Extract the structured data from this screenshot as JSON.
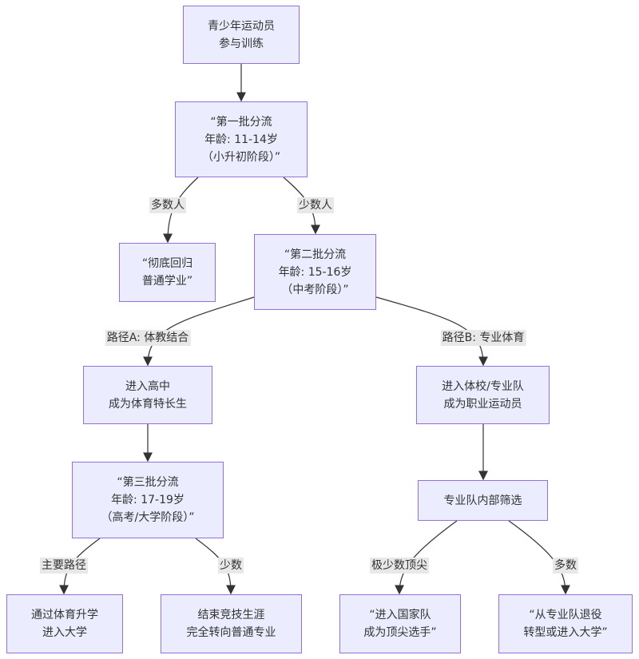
{
  "colors": {
    "node_fill": "#ECECFF",
    "node_stroke": "#9370DB",
    "edge": "#333333",
    "label_bg": "#e8e8e8"
  },
  "nodes": {
    "start": [
      "青少年运动员",
      "参与训练"
    ],
    "first": [
      "“第一批分流",
      "年龄: 11-14岁",
      "（小升初阶段）”"
    ],
    "return_school": [
      "“彻底回归",
      "普通学业”"
    ],
    "second": [
      "“第二批分流",
      "年龄: 15-16岁",
      "（中考阶段）”"
    ],
    "high_school": [
      "进入高中",
      "成为体育特长生"
    ],
    "sports_school": [
      "进入体校/专业队",
      "成为职业运动员"
    ],
    "third": [
      "“第三批分流",
      "年龄: 17-19岁",
      "（高考/大学阶段）”"
    ],
    "team_screening": [
      "专业队内部筛选"
    ],
    "university": [
      "通过体育升学",
      "进入大学"
    ],
    "end_career": [
      "结束竞技生涯",
      "完全转向普通专业"
    ],
    "national_team": [
      "“进入国家队",
      "成为顶尖选手”"
    ],
    "retire": [
      "“从专业队退役",
      "转型或进入大学”"
    ]
  },
  "edge_labels": {
    "majority": "多数人",
    "minority": "少数人",
    "path_a": "路径A: 体教结合",
    "path_b": "路径B: 专业体育",
    "main_path": "主要路径",
    "few": "少数",
    "very_few_top": "极少数顶尖",
    "many": "多数"
  }
}
